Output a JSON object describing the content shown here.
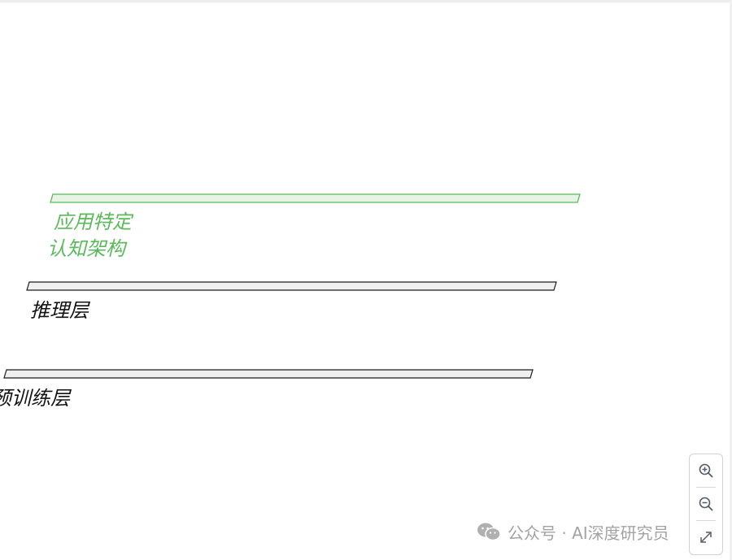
{
  "diagram": {
    "layers": [
      {
        "id": "application",
        "label_lines": [
          "应用特定",
          "认知架构"
        ],
        "accent": "#5cb85c",
        "fill": "#e6f4e6"
      },
      {
        "id": "reasoning",
        "label_lines": [
          "推理层"
        ],
        "accent": "#1a1a1a",
        "fill": "#efefef"
      },
      {
        "id": "pretraining",
        "label_lines": [
          "预训练层"
        ],
        "accent": "#1a1a1a",
        "fill": "#efefef"
      }
    ]
  },
  "zoom_controls": {
    "zoom_in": "zoom-in-icon",
    "zoom_out": "zoom-out-icon",
    "fit": "fit-screen-icon"
  },
  "watermark": {
    "icon": "wechat-icon",
    "text": "公众号 · AI深度研究员"
  }
}
